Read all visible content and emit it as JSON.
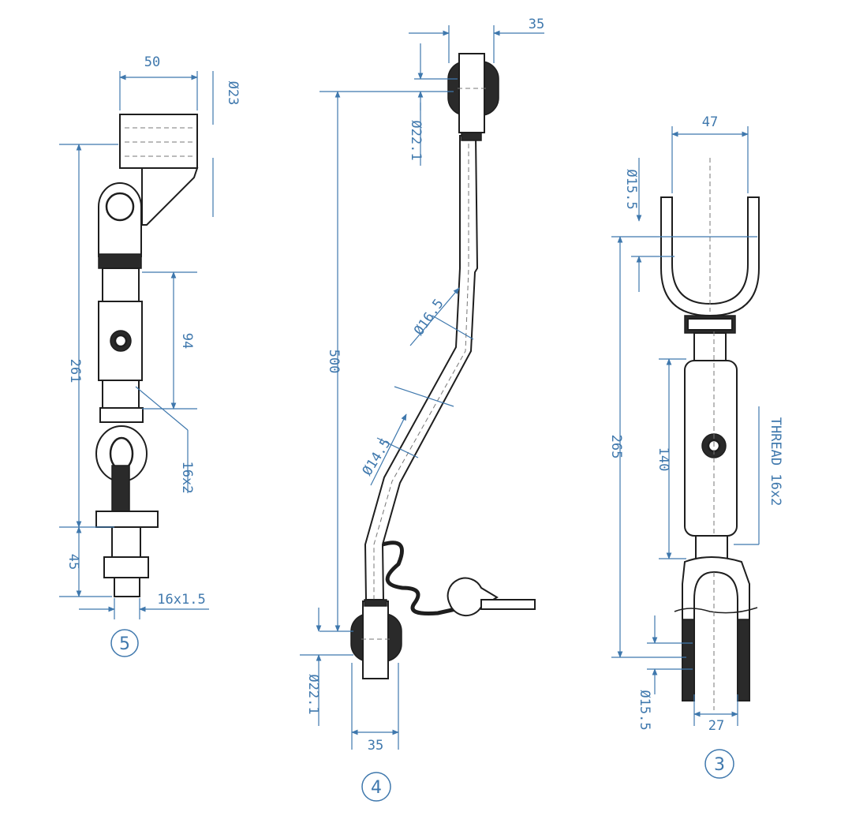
{
  "part5": {
    "tag": "5",
    "dims": {
      "width": "50",
      "hole_dia": "Ø23",
      "length": "261",
      "adjust": "94",
      "thread_top": "16x2",
      "bottom_len": "45",
      "thread_bottom": "16x1.5"
    }
  },
  "part4": {
    "tag": "4",
    "dims": {
      "width_top": "35",
      "hole_top": "Ø22.1",
      "length": "500",
      "rod_upper": "Ø16.5",
      "rod_lower": "Ø14.5",
      "hole_bottom": "Ø22.1",
      "width_bottom": "35"
    }
  },
  "part3": {
    "tag": "3",
    "dims": {
      "width_top": "47",
      "pin_top": "Ø15.5",
      "length": "265",
      "adjust": "140",
      "thread": "THREAD 16x2",
      "pin_bottom": "Ø15.5",
      "width_bottom": "27"
    }
  },
  "colors": {
    "dimension": "#3f78ad",
    "outline": "#1e1e1e"
  }
}
